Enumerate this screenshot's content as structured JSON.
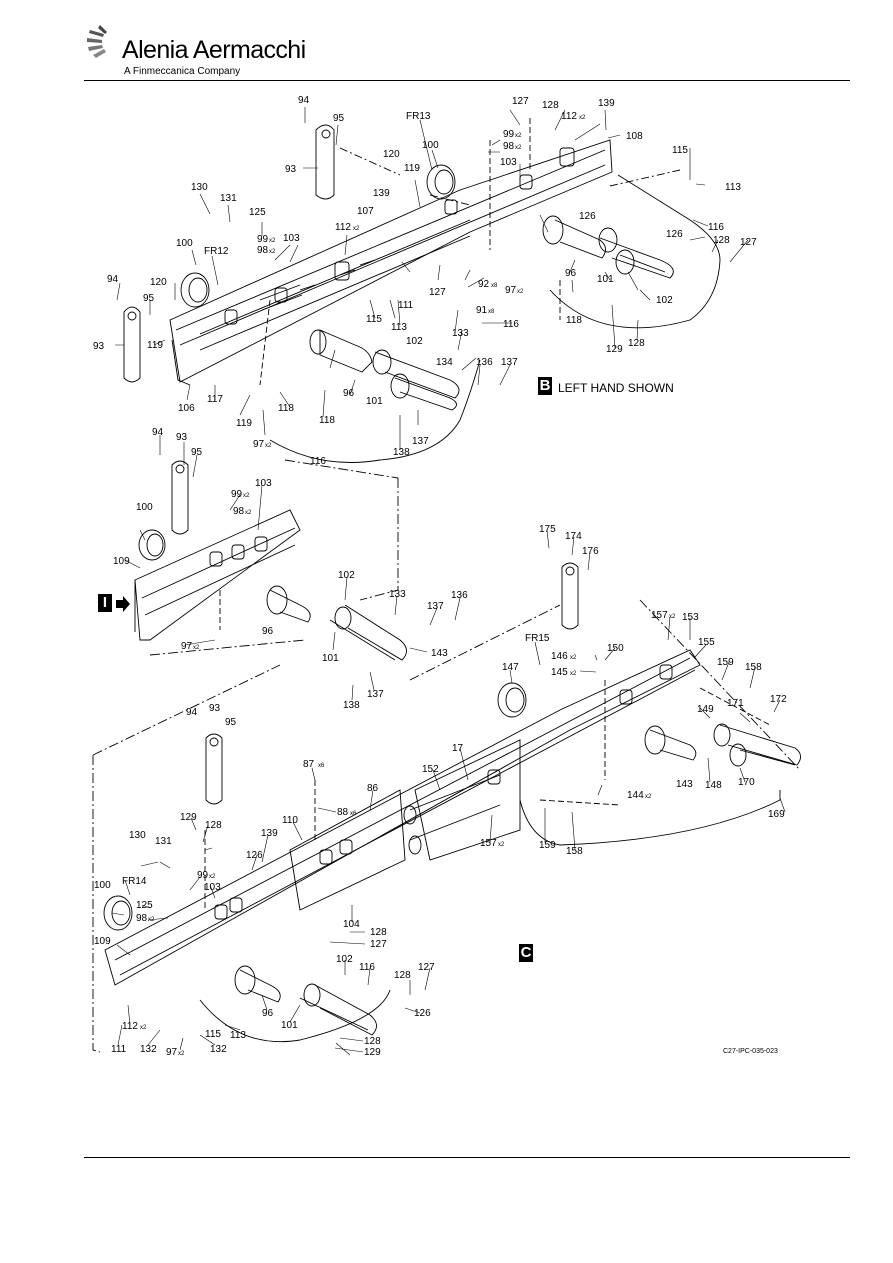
{
  "brand": {
    "name": "Alenia Aermacchi",
    "subtitle": "A Finmeccanica Company"
  },
  "views": {
    "b_tag": "B",
    "b_caption": "LEFT HAND SHOWN",
    "a_tag": "I",
    "c_tag": "C"
  },
  "figure_ref": "C27-IPC-035-023",
  "callouts": {
    "c94": "94",
    "c95": "95",
    "c93": "93",
    "c120": "120",
    "cFR13": "FR13",
    "c100": "100",
    "c119": "119",
    "c127": "127",
    "c128": "128",
    "c139": "139",
    "c108": "108",
    "c99": "99",
    "c98": "98",
    "c112": "112",
    "c103": "103",
    "c107": "107",
    "c130": "130",
    "c131": "131",
    "c125": "125",
    "cFR12": "FR12",
    "c115": "115",
    "c113": "113",
    "c116": "116",
    "c126": "126",
    "c101": "101",
    "c102": "102",
    "c96": "96",
    "c118": "118",
    "c92": "92",
    "c91": "91",
    "c97": "97",
    "c111": "111",
    "c117": "117",
    "c106": "106",
    "c133": "133",
    "c134": "134",
    "c136": "136",
    "c137": "137",
    "c138": "138",
    "c129": "129",
    "c109": "109",
    "c143": "143",
    "c175": "175",
    "c174": "174",
    "c176": "176",
    "c157": "157",
    "c153": "153",
    "cFR15": "FR15",
    "c155": "155",
    "c146": "146",
    "c150": "150",
    "c145": "145",
    "c159": "159",
    "c158": "158",
    "c147": "147",
    "c172": "172",
    "c171": "171",
    "c149": "149",
    "c17": "17",
    "c152": "152",
    "c144": "144",
    "c148": "148",
    "c170": "170",
    "c169": "169",
    "c87": "87",
    "c88": "88",
    "c86": "86",
    "c110": "110",
    "c104": "104",
    "cFR14": "FR14",
    "c132": "132"
  },
  "qty": {
    "x2": "x2",
    "x8": "x8",
    "x6": "x6"
  }
}
